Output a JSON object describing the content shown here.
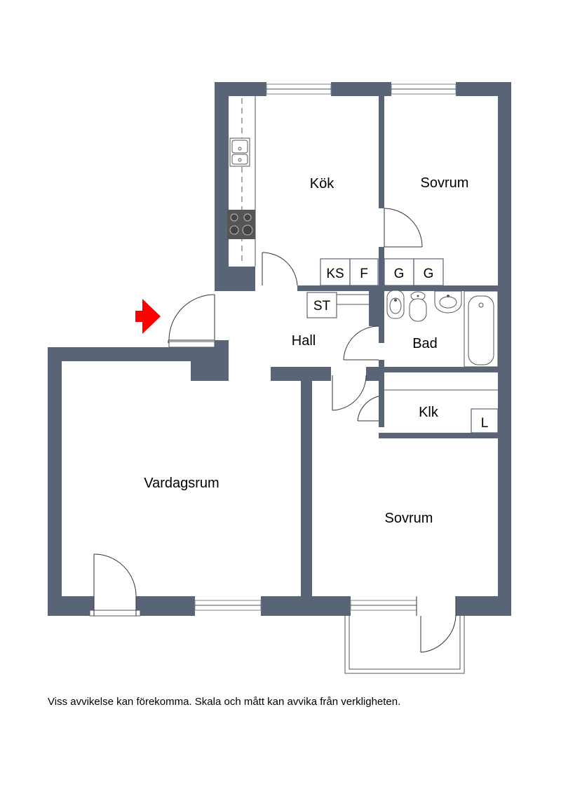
{
  "rooms": {
    "kok": "Kök",
    "sovrum_top": "Sovrum",
    "hall": "Hall",
    "bad": "Bad",
    "klk": "Klk",
    "vardagsrum": "Vardagsrum",
    "sovrum_bottom": "Sovrum"
  },
  "fixtures": {
    "ks": "KS",
    "f": "F",
    "g1": "G",
    "g2": "G",
    "st": "ST",
    "l": "L"
  },
  "colors": {
    "wall": "#596577",
    "entrance_arrow": "#ff0000"
  },
  "icons": {
    "entrance": "arrow-right-icon"
  },
  "disclaimer": "Viss avvikelse kan förekomma. Skala och mått kan avvika från verkligheten."
}
